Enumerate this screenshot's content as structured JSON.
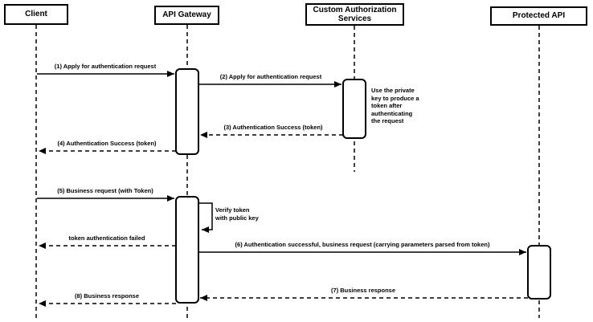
{
  "participants": [
    {
      "label": "Client"
    },
    {
      "label": "API Gateway"
    },
    {
      "label": "Custom Authorization Services"
    },
    {
      "label": "Protected API"
    }
  ],
  "messages": [
    {
      "label": "(1) Apply for authentication request",
      "from": "Client",
      "to": "API Gateway",
      "line": "solid"
    },
    {
      "label": "(2) Apply for authentication request",
      "from": "API Gateway",
      "to": "Custom Authorization Services",
      "line": "solid"
    },
    {
      "label": "(3) Authentication Success (token)",
      "from": "Custom Authorization Services",
      "to": "API Gateway",
      "line": "dashed"
    },
    {
      "label": "(4) Authentication Success (token)",
      "from": "API Gateway",
      "to": "Client",
      "line": "dashed"
    },
    {
      "label": "(5) Business request (with Token)",
      "from": "Client",
      "to": "API Gateway",
      "line": "solid"
    },
    {
      "label": "token authentication failed",
      "from": "API Gateway",
      "to": "Client",
      "line": "dashed"
    },
    {
      "label": "(6) Authentication successful, business request (carrying parameters parsed from token)",
      "from": "API Gateway",
      "to": "Protected API",
      "line": "solid"
    },
    {
      "label": "(7) Business response",
      "from": "Protected API",
      "to": "API Gateway",
      "line": "dashed"
    },
    {
      "label": "(8) Business response",
      "from": "API Gateway",
      "to": "Client",
      "line": "dashed"
    }
  ],
  "self_message": {
    "label": "Verify token\nwith public key",
    "on": "API Gateway"
  },
  "note": {
    "label": "Use the private\nkey to produce a\ntoken after\nauthenticating\nthe request",
    "attached_to": "Custom Authorization Services"
  },
  "colors": {
    "line": "#000000",
    "background": "#ffffff",
    "box_fill": "#ffffff"
  }
}
